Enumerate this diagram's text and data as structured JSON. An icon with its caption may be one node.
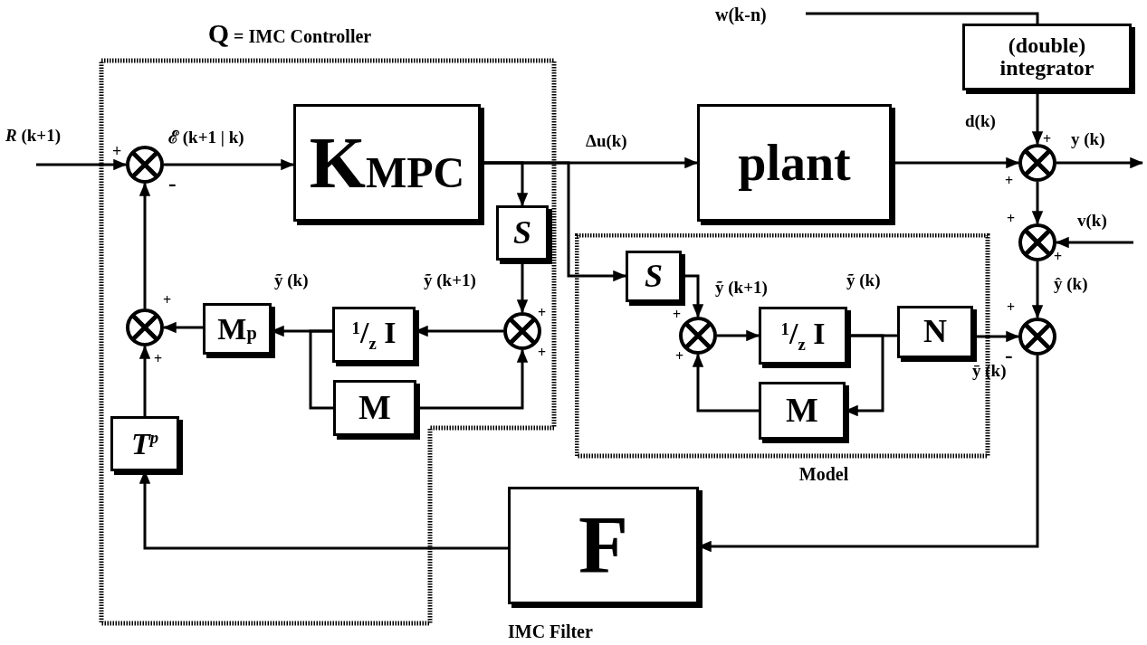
{
  "diagram": {
    "nodes": [
      {
        "text": [
          "Q = IMC Controller"
        ]
      },
      {
        "text": [],
        "shape": "circle",
        "in": 0
      },
      {
        "text": [
          "K$_{MPC}$"
        ],
        "in": 0
      },
      {
        "text": [
          "S"
        ],
        "in": 0
      },
      {
        "text": [],
        "shape": "circle",
        "in": 0
      },
      {
        "text": [
          "$^{1}$/$_{z}$ I"
        ],
        "in": 0
      },
      {
        "text": [
          "M$_{p}$"
        ],
        "in": 0
      },
      {
        "text": [],
        "shape": "circle",
        "in": 0
      },
      {
        "text": [
          "M"
        ],
        "in": 0
      },
      {
        "text": [
          "T$^{p}$"
        ],
        "in": 0
      },
      {
        "text": [
          "w(k-n)"
        ]
      },
      {
        "text": [
          "(double) integrator"
        ]
      },
      {
        "text": [
          "plant"
        ]
      },
      {
        "text": [],
        "shape": "circle"
      },
      {
        "text": [],
        "shape": "circle"
      },
      {
        "text": [
          "Model"
        ]
      },
      {
        "text": [
          "S"
        ],
        "in": 15
      },
      {
        "text": [],
        "shape": "circle",
        "in": 15
      },
      {
        "text": [
          "$^{1}$/$_{z}$ I"
        ],
        "in": 15
      },
      {
        "text": [
          "N"
        ],
        "in": 15
      },
      {
        "text": [
          "M"
        ],
        "in": 15
      },
      {
        "text": [],
        "shape": "circle"
      },
      {
        "text": [
          "F",
          "IMC Filter"
        ]
      }
    ],
    "edges": [
      {
        "from": null,
        "to": 1,
        "arrow": "to"
      },
      {
        "from": 1,
        "to": 2,
        "arrow": "to"
      },
      {
        "from": 2,
        "to": 12,
        "arrow": "to"
      },
      {
        "from": 2,
        "to": 3,
        "arrow": "to"
      },
      {
        "from": 2,
        "to": 16,
        "arrow": "to"
      },
      {
        "from": 3,
        "to": 4,
        "arrow": "to"
      },
      {
        "from": 4,
        "to": 5,
        "arrow": "to"
      },
      {
        "from": 5,
        "to": 6,
        "arrow": "to"
      },
      {
        "from": 5,
        "to": 8,
        "arrow": "none"
      },
      {
        "from": 8,
        "to": 4,
        "arrow": "to"
      },
      {
        "from": 6,
        "to": 7,
        "arrow": "to"
      },
      {
        "from": 9,
        "to": 7,
        "arrow": "to"
      },
      {
        "from": 7,
        "to": 1,
        "arrow": "to"
      },
      {
        "from": 22,
        "to": 9,
        "arrow": "to"
      },
      {
        "from": 12,
        "to": 13,
        "arrow": "to"
      },
      {
        "from": 10,
        "to": 11,
        "arrow": "none"
      },
      {
        "from": 11,
        "to": 13,
        "arrow": "to"
      },
      {
        "from": 13,
        "to": null,
        "arrow": "to"
      },
      {
        "from": 13,
        "to": 14,
        "arrow": "to"
      },
      {
        "from": null,
        "to": 14,
        "arrow": "to"
      },
      {
        "from": 14,
        "to": 21,
        "arrow": "to"
      },
      {
        "from": 16,
        "to": 17,
        "arrow": "to"
      },
      {
        "from": 17,
        "to": 18,
        "arrow": "to"
      },
      {
        "from": 18,
        "to": 19,
        "arrow": "none"
      },
      {
        "from": 18,
        "to": 20,
        "arrow": "to"
      },
      {
        "from": 20,
        "to": 17,
        "arrow": "to"
      },
      {
        "from": 19,
        "to": 21,
        "arrow": "to"
      },
      {
        "from": 21,
        "to": 22,
        "arrow": "to"
      }
    ],
    "labels": [
      "+",
      "-",
      "*R* (k+1)",
      "ℰ (k+1 | k)",
      "ỹ (k)",
      "ỹ (k+1)",
      "+",
      "+",
      "+",
      "+",
      "Δu(k)",
      "d(k)",
      "+",
      "y (k)",
      "+",
      "+",
      "v(k)",
      "+",
      "ŷ (k)",
      "+",
      "+",
      "ỹ (k+1)",
      "ỹ (k)",
      "+",
      "-",
      "ȳ (k)"
    ]
  }
}
